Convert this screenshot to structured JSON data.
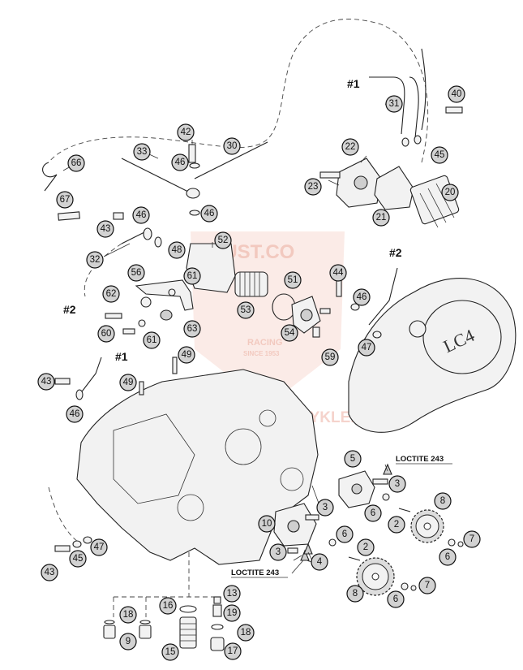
{
  "callouts": {
    "c66": "66",
    "c67": "67",
    "c33": "33",
    "c42": "42",
    "c46a": "46",
    "c30": "30",
    "c46b": "46",
    "c43a": "43",
    "c46c": "46",
    "c48": "48",
    "c32": "32",
    "c52": "52",
    "c56": "56",
    "c61a": "61",
    "c62": "62",
    "c53": "53",
    "c51": "51",
    "c60": "60",
    "c61b": "61",
    "c63": "63",
    "c54": "54",
    "c59": "59",
    "c31": "31",
    "c45a": "45",
    "c40": "40",
    "c22": "22",
    "c23": "23",
    "c21": "21",
    "c20": "20",
    "c44": "44",
    "c46d": "46",
    "c47a": "47",
    "c49a": "49",
    "c49b": "49",
    "c43b": "43",
    "c46e": "46",
    "c5": "5",
    "c3a": "3",
    "c8a": "8",
    "c6a": "6",
    "c2a": "2",
    "c3b": "3",
    "c10": "10",
    "c6b": "6",
    "c7a": "7",
    "c3c": "3",
    "c4": "4",
    "c2b": "2",
    "c6c": "6",
    "c8b": "8",
    "c7b": "7",
    "c6d": "6",
    "c43c": "43",
    "c45b": "45",
    "c47b": "47",
    "c13": "13",
    "c18a": "18",
    "c16": "16",
    "c19": "19",
    "c18b": "18",
    "c9": "9",
    "c15": "15",
    "c17": "17"
  },
  "references": {
    "ref1_top": "#1",
    "ref2_left": "#2",
    "ref2_right": "#2",
    "ref1_left": "#1"
  },
  "notes": {
    "loctite_top": "LOCTITE 243",
    "loctite_bottom": "LOCTITE 243"
  },
  "cover_marking": "LC4",
  "watermark": {
    "line1": "DUST.CO",
    "line2": "RACING",
    "line3": "SINCE 1953",
    "line4": "KTM-MOTORCYKLE.N"
  }
}
